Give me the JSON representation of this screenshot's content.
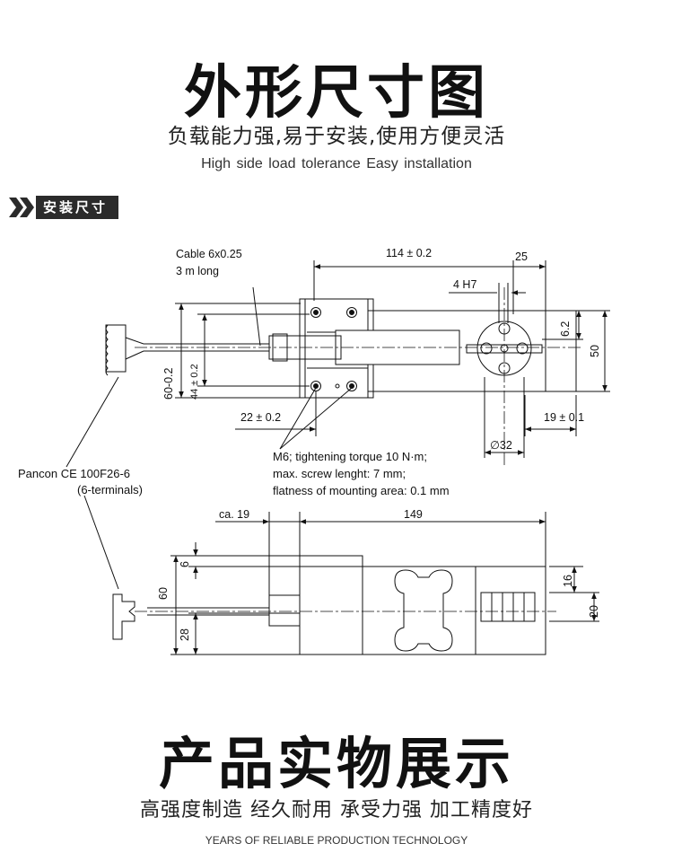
{
  "header": {
    "title": "外形尺寸图",
    "subtitle": "负载能力强,易于安装,使用方便灵活",
    "tagline": "High side load tolerance    Easy installation"
  },
  "section": {
    "label": "安装尺寸"
  },
  "drawing": {
    "top_view": {
      "cable": "Cable 6x0.25",
      "cable_length": "3 m long",
      "length": "114 ± 0.2",
      "end_width": "25",
      "hole_fit": "4 H7",
      "offset_small": "6.2",
      "width": "50",
      "height_outer": "60-0.2",
      "height_inner": "44 ± 0.2",
      "bolt_offset": "22 ± 0.2",
      "end_offset": "19 ± 0.1",
      "diameter": "∅32",
      "note_line1": "M6; tightening torque 10 N·m;",
      "note_line2": "max. screw lenght: 7 mm;",
      "note_line3": "flatness of mounting area: 0.1 mm"
    },
    "connector": {
      "name": "Pancon CE 100F26-6",
      "terminals": "(6-terminals)"
    },
    "side_view": {
      "cable_offset": "ca. 19",
      "length": "149",
      "top_offset": "6",
      "height": "60",
      "lower": "28",
      "end_height": "16",
      "end_total": "20"
    }
  },
  "footer": {
    "title": "产品实物展示",
    "subtitle": "高强度制造 经久耐用 承受力强 加工精度好",
    "tagline": "YEARS OF RELIABLE PRODUCTION TECHNOLOGY"
  },
  "colors": {
    "line": "#111111",
    "tag_bg": "#2b2b2b"
  }
}
